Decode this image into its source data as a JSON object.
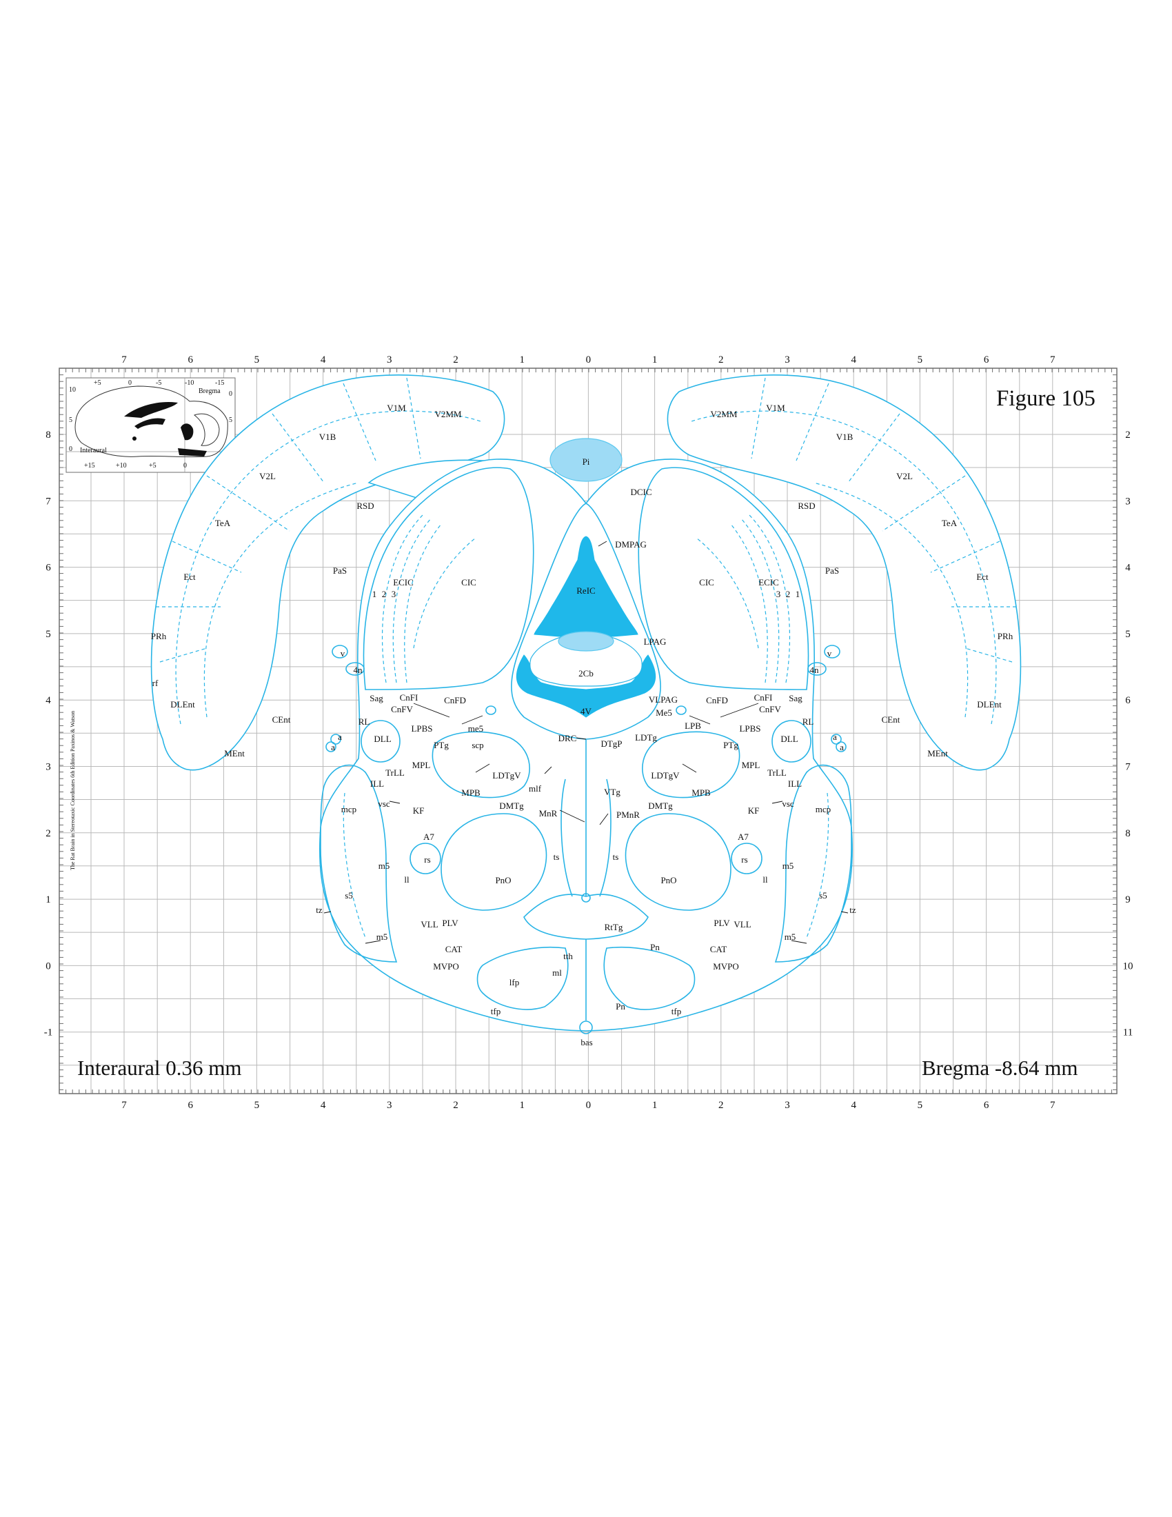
{
  "figure": {
    "title": "Figure 105",
    "interaural": "Interaural 0.36 mm",
    "bregma": "Bregma -8.64 mm",
    "credit": "The Rat Brain in Stereotaxic Coordinates 6th Edition Paxinos & Watson"
  },
  "axes": {
    "top_labels": [
      "7",
      "6",
      "5",
      "4",
      "3",
      "2",
      "1",
      "0",
      "1",
      "2",
      "3",
      "4",
      "5",
      "6",
      "7"
    ],
    "bottom_labels": [
      "7",
      "6",
      "5",
      "4",
      "3",
      "2",
      "1",
      "0",
      "1",
      "2",
      "3",
      "4",
      "5",
      "6",
      "7"
    ],
    "left_labels": [
      "8",
      "7",
      "6",
      "5",
      "4",
      "3",
      "2",
      "1",
      "0",
      "-1"
    ],
    "right_labels": [
      "2",
      "3",
      "4",
      "5",
      "6",
      "7",
      "8",
      "9",
      "10",
      "11"
    ]
  },
  "inset": {
    "top_numbers": [
      "+5",
      "0",
      "-5",
      "-10",
      "-15"
    ],
    "bottom_numbers": [
      "+15",
      "+10",
      "+5",
      "0"
    ],
    "left_numbers": [
      "10",
      "5",
      "0"
    ],
    "right_numbers": [
      "0",
      "5"
    ],
    "bregma_label": "Bregma",
    "interaural_label": "Interaural"
  },
  "regions": {
    "Pi": "Pi",
    "DCIC": "DCIC",
    "DMPAG": "DMPAG",
    "ReIC": "ReIC",
    "LPAG": "LPAG",
    "2Cb": "2Cb",
    "4V": "4V",
    "VLPAG": "VLPAG",
    "V1M": "V1M",
    "V2MM": "V2MM",
    "V1B": "V1B",
    "V2L": "V2L",
    "RSD": "RSD",
    "TeA": "TeA",
    "Ect": "Ect",
    "PRh": "PRh",
    "rf": "rf",
    "DLEnt": "DLEnt",
    "CEnt": "CEnt",
    "MEnt": "MEnt",
    "PaS": "PaS",
    "ECIC": "ECIC",
    "CIC": "CIC",
    "n1": "1",
    "n2": "2",
    "n3": "3",
    "v": "v",
    "4n": "4n",
    "Sag": "Sag",
    "CnFI": "CnFI",
    "CnFD": "CnFD",
    "CnFV": "CnFV",
    "RL": "RL",
    "LPBS": "LPBS",
    "me5": "me5",
    "Me5": "Me5",
    "LPB": "LPB",
    "DLL": "DLL",
    "PTg": "PTg",
    "scp": "scp",
    "a": "a",
    "MPL": "MPL",
    "TrLL": "TrLL",
    "ILL": "ILL",
    "MPB": "MPB",
    "LDTgV": "LDTgV",
    "DRC": "DRC",
    "DTgP": "DTgP",
    "LDTg": "LDTg",
    "mlf": "mlf",
    "VTg": "VTg",
    "mcp": "mcp",
    "vsc": "vsc",
    "KF": "KF",
    "DMTg": "DMTg",
    "MnR": "MnR",
    "PMnR": "PMnR",
    "A7": "A7",
    "rs": "rs",
    "m5": "m5",
    "ll": "ll",
    "ts": "ts",
    "PnO": "PnO",
    "s5": "s5",
    "tz": "tz",
    "VLL": "VLL",
    "PLV": "PLV",
    "RtTg": "RtTg",
    "CAT": "CAT",
    "tth": "tth",
    "Pn": "Pn",
    "MVPO": "MVPO",
    "ml": "ml",
    "lfp": "lfp",
    "tfp": "tfp",
    "bas": "bas"
  },
  "colors": {
    "outline": "#28b4e6",
    "ventricle": "#1fb8ea",
    "ventricle_light": "#9edbf5",
    "grid": "#b9b9b9"
  }
}
